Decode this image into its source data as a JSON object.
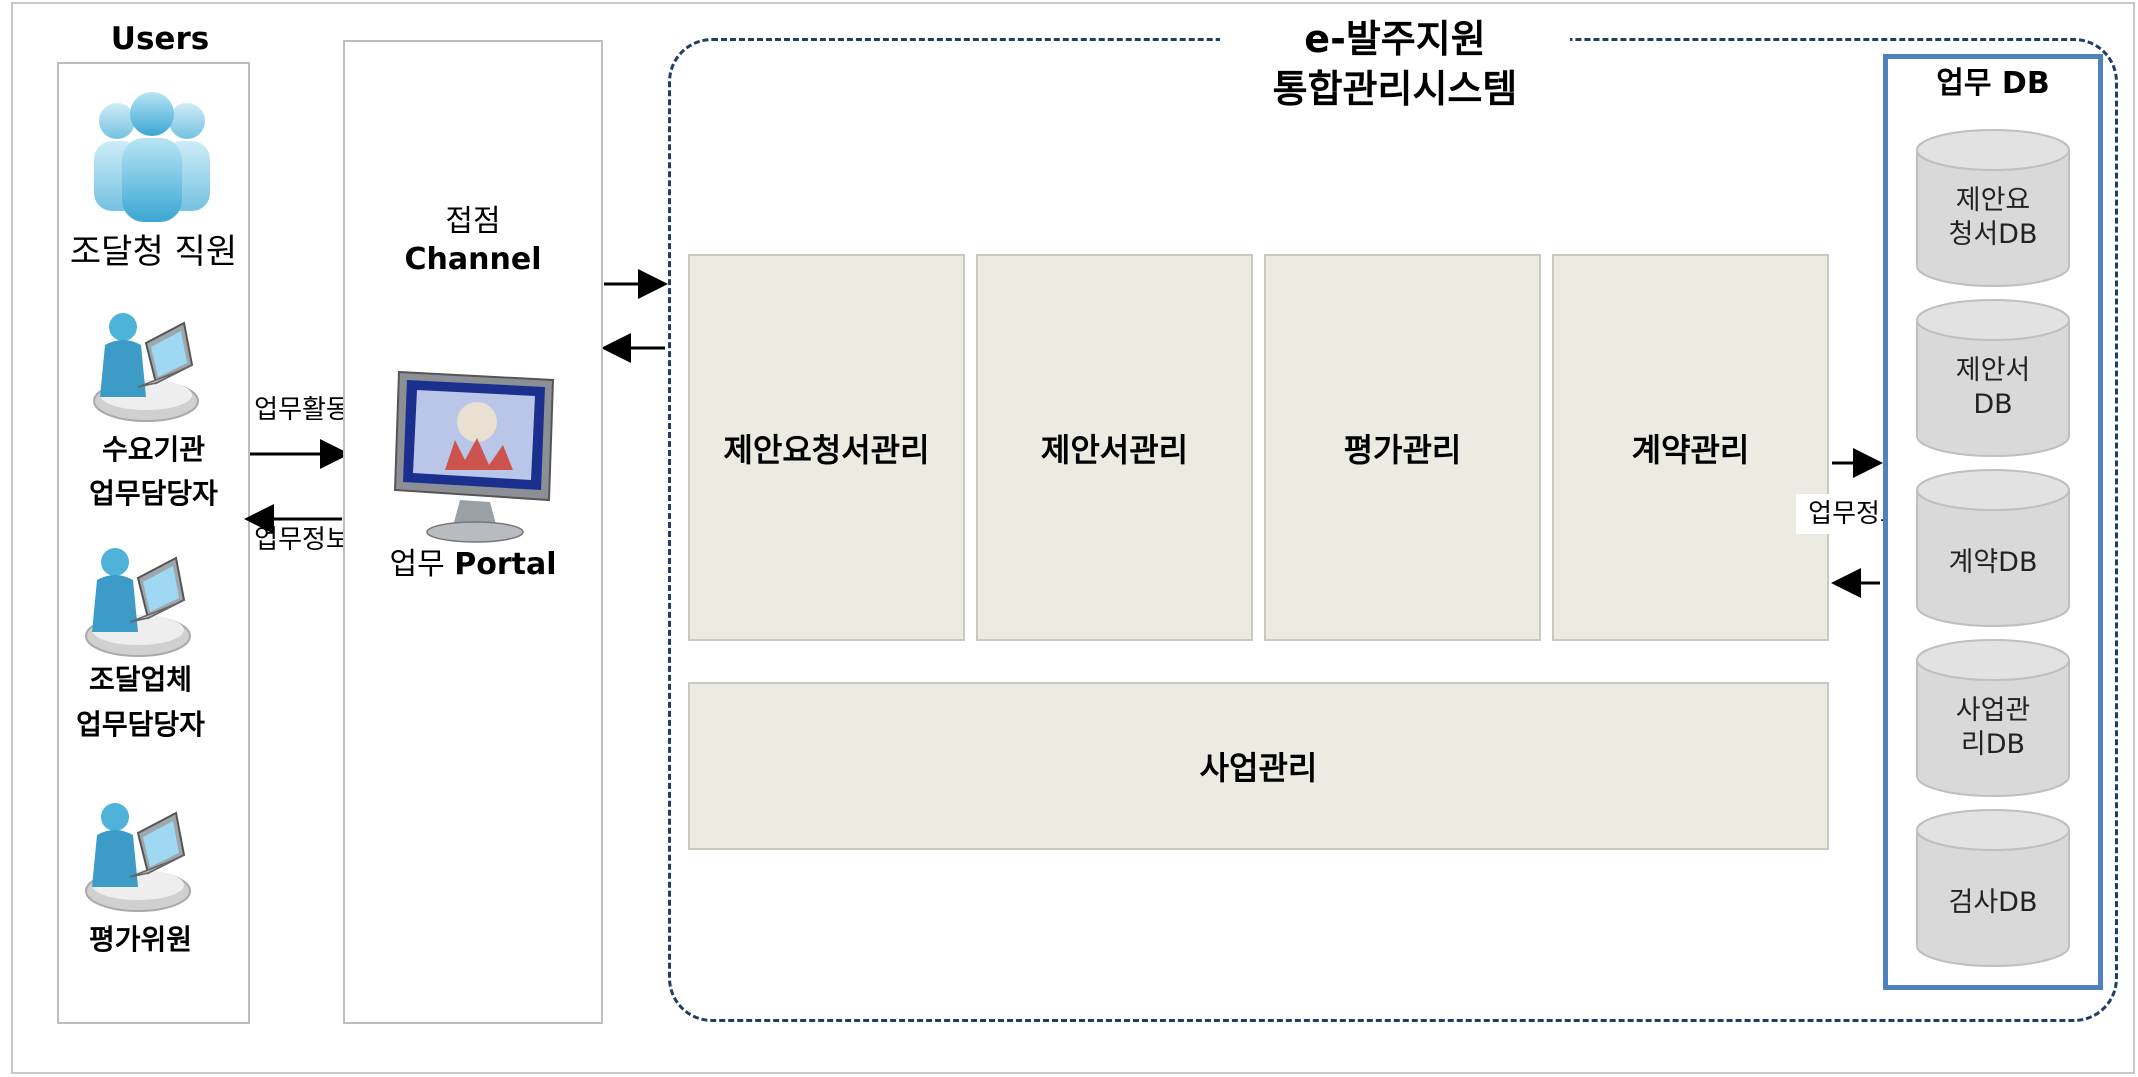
{
  "users": {
    "title": "Users",
    "staff": "조달청 직원",
    "demand": [
      "수요기관",
      "업무담당자"
    ],
    "supplier": [
      "조달업체",
      "업무담당자"
    ],
    "evaluator": "평가위원"
  },
  "flows": {
    "activity": "업무활동",
    "info_left": "업무정보",
    "info_right": "업무정보"
  },
  "channel": {
    "title": [
      "접점",
      "Channel"
    ],
    "portal": [
      "업무",
      "Portal"
    ]
  },
  "system": {
    "title": [
      "e-발주지원",
      "통합관리시스템"
    ],
    "modules": [
      "제안요청서관리",
      "제안서관리",
      "평가관리",
      "계약관리"
    ],
    "business": "사업관리"
  },
  "db": {
    "title": "업무 DB",
    "items": [
      [
        "제안요",
        "청서DB"
      ],
      [
        "제안서",
        "DB"
      ],
      [
        "계약DB"
      ],
      [
        "사업관",
        "리DB"
      ],
      [
        "검사DB"
      ]
    ]
  },
  "colors": {
    "module_fill": "#ecebe1",
    "db_frame": "#4f81bd",
    "system_frame": "#1f3d68",
    "cylinder": "#d9d9d9",
    "person": "#4fb3d9"
  }
}
